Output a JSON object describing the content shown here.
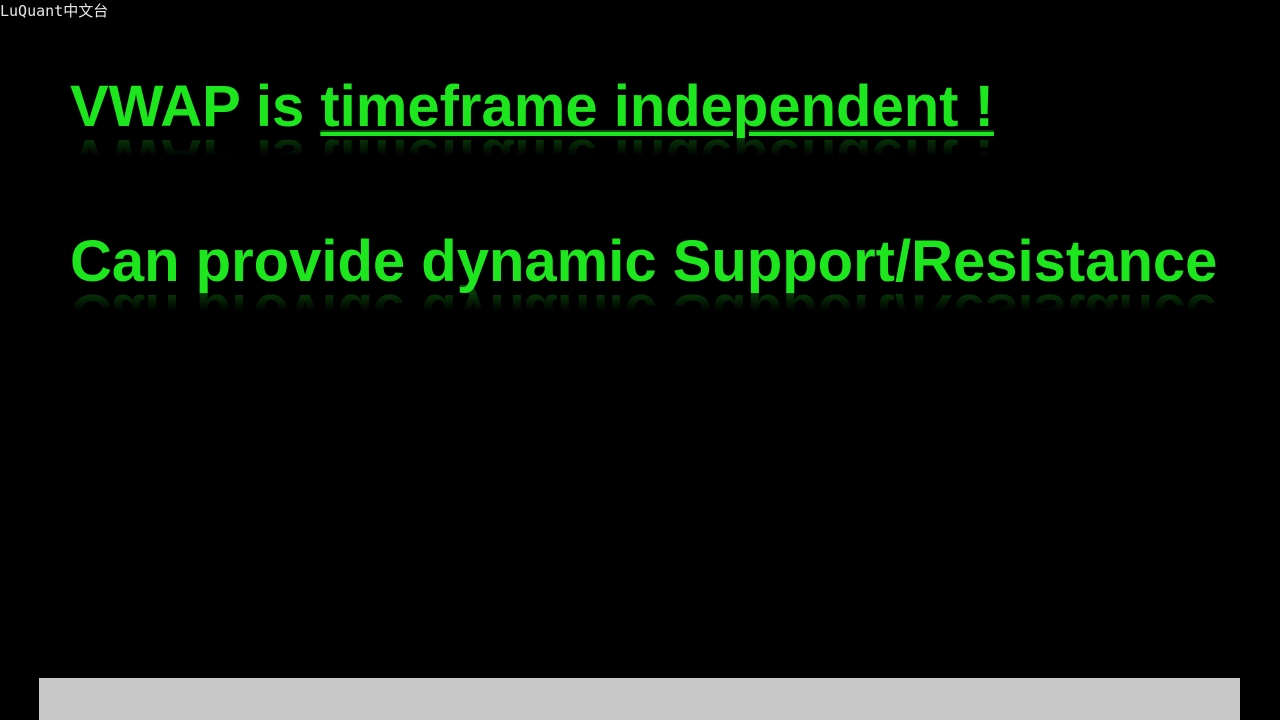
{
  "watermark": {
    "text": "LuQuant中文台"
  },
  "slide": {
    "line1": {
      "prefix": "VWAP is ",
      "emphasis": "timeframe independent !"
    },
    "line2": {
      "text": "Can provide dynamic Support/Resistance"
    }
  },
  "colors": {
    "background": "#000000",
    "text_green": "#1ee61e",
    "watermark": "#e6e6e6",
    "caption_bar": "#c8c8c8"
  }
}
